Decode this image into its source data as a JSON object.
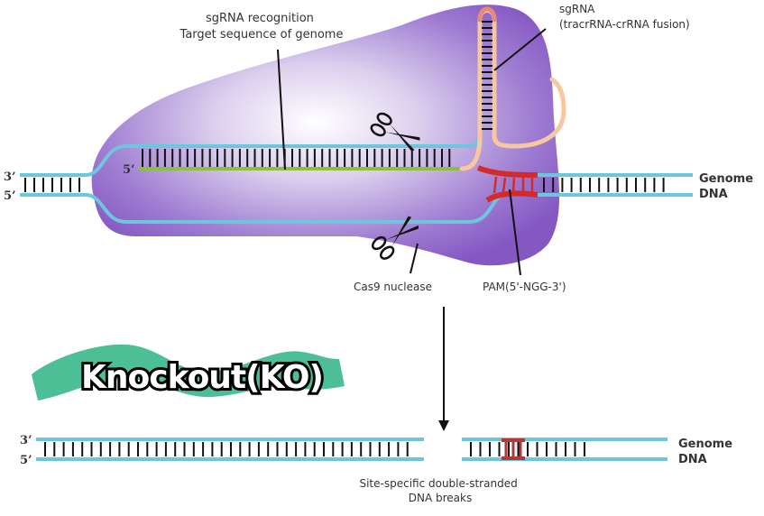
{
  "labels": {
    "sgrna_recognition": [
      "sgRNA recognition",
      "Target sequence of genome"
    ],
    "sgrna": [
      "sgRNA",
      "(tracrRNA-crRNA fusion)"
    ],
    "cas9": "Cas9 nuclease",
    "pam": "PAM(5'-NGG-3')",
    "genome_dna_top": [
      "Genome",
      "DNA"
    ],
    "genome_dna_bottom": [
      "Genome",
      "DNA"
    ],
    "knockout": "Knockout(KO)",
    "breaks": [
      "Site-specific double-stranded",
      "DNA breaks"
    ]
  },
  "strand_ends": {
    "top_3": "3’",
    "top_5": "5’",
    "rna_5": "5’",
    "bottom_3": "3’",
    "bottom_5": "5’"
  },
  "colors": {
    "cas9_purple": "#8a5cc7",
    "dna_strand": "#6ec6dc",
    "sgrna_green": "#8cbf3f",
    "sgrna_peach": "#f7c8a0",
    "pam_red": "#d42a2a",
    "ko_green": "#4dbf96",
    "pam_dark_red": "#b03a3a"
  },
  "icons": [
    "scissors-icon",
    "scissors-icon",
    "arrow-down-icon"
  ]
}
